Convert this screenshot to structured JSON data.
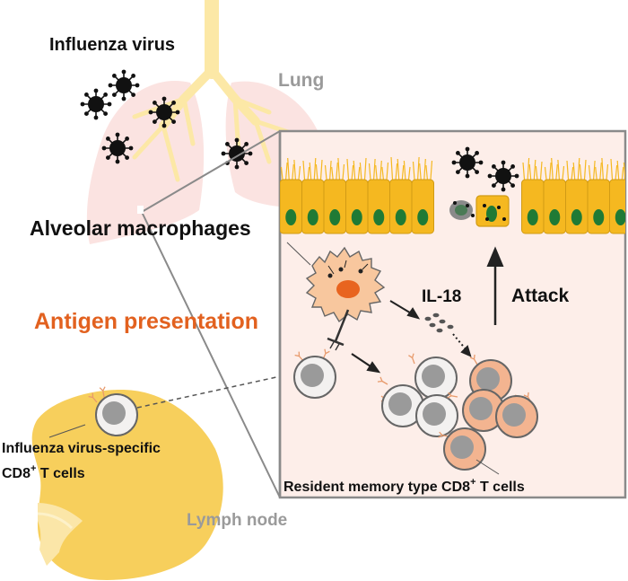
{
  "labels": {
    "influenza_virus": "Influenza virus",
    "lung": "Lung",
    "alveolar_macrophages": "Alveolar macrophages",
    "antigen_presentation": "Antigen presentation",
    "il18": "IL-18",
    "attack": "Attack",
    "specific_cells_line1": "Influenza virus-specific",
    "specific_cells_line2_prefix": "CD8",
    "specific_cells_sup": "+",
    "specific_cells_line2_suffix": " T cells",
    "resident_prefix": "Resident memory type CD8",
    "resident_sup": "+",
    "resident_suffix": " T cells",
    "lymph_node": "Lymph node"
  },
  "colors": {
    "lung_fill": "#fbe3e1",
    "trachea": "#fce8a6",
    "panel_bg": "#fdeee9",
    "epithelium": "#f5b820",
    "nucleus": "#1f7a35",
    "lymph": "#f7cf5c",
    "orange_text": "#e2611f",
    "gray_text": "#9a9a9a",
    "macrophage": "#f8c79e",
    "effector_cell": "#f3b490"
  }
}
